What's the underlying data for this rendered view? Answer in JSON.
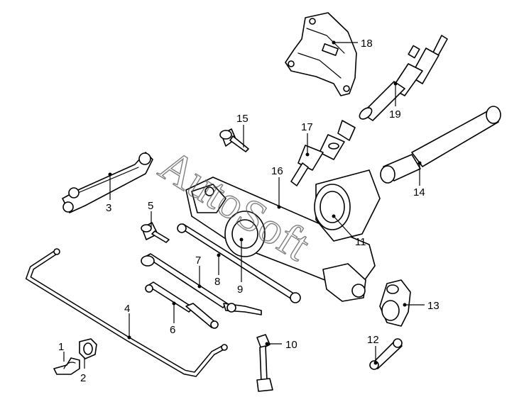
{
  "watermark": "AutoSoft",
  "callouts": [
    {
      "id": "1",
      "label": "1"
    },
    {
      "id": "2",
      "label": "2"
    },
    {
      "id": "3",
      "label": "3"
    },
    {
      "id": "4",
      "label": "4"
    },
    {
      "id": "5",
      "label": "5"
    },
    {
      "id": "6",
      "label": "6"
    },
    {
      "id": "7",
      "label": "7"
    },
    {
      "id": "8",
      "label": "8"
    },
    {
      "id": "9",
      "label": "9"
    },
    {
      "id": "10",
      "label": "10"
    },
    {
      "id": "11",
      "label": "11"
    },
    {
      "id": "12",
      "label": "12"
    },
    {
      "id": "13",
      "label": "13"
    },
    {
      "id": "14",
      "label": "14"
    },
    {
      "id": "15",
      "label": "15"
    },
    {
      "id": "16",
      "label": "16"
    },
    {
      "id": "17",
      "label": "17"
    },
    {
      "id": "18",
      "label": "18"
    },
    {
      "id": "19",
      "label": "19"
    }
  ]
}
